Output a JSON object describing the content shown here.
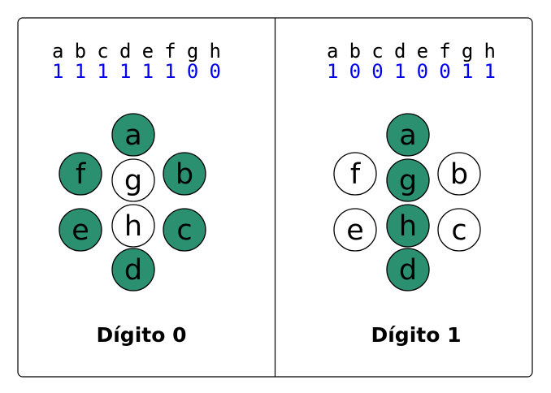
{
  "colors": {
    "on": "#2a9070",
    "off": "#ffffff",
    "stroke": "#000000",
    "bits": "#0000ee"
  },
  "panels": [
    {
      "header_letters": "a b c d e f g h",
      "header_bits": "1 1 1 1 1 1 0 0",
      "title": "Dígito 0",
      "segments": [
        {
          "label": "a",
          "on": true
        },
        {
          "label": "b",
          "on": true
        },
        {
          "label": "c",
          "on": true
        },
        {
          "label": "d",
          "on": true
        },
        {
          "label": "e",
          "on": true
        },
        {
          "label": "f",
          "on": true
        },
        {
          "label": "g",
          "on": false
        },
        {
          "label": "h",
          "on": false
        }
      ]
    },
    {
      "header_letters": "a b c d e f g h",
      "header_bits": "1 0 0 1 0 0 1 1",
      "title": "Dígito 1",
      "segments": [
        {
          "label": "a",
          "on": true
        },
        {
          "label": "b",
          "on": false
        },
        {
          "label": "c",
          "on": false
        },
        {
          "label": "d",
          "on": true
        },
        {
          "label": "e",
          "on": false
        },
        {
          "label": "f",
          "on": false
        },
        {
          "label": "g",
          "on": true
        },
        {
          "label": "h",
          "on": true
        }
      ]
    }
  ]
}
